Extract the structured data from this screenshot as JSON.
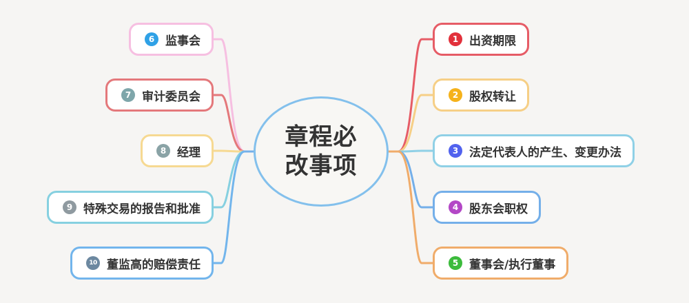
{
  "center": {
    "title": "章程必改事项"
  },
  "branches": [
    {
      "id": "n1",
      "number": "1",
      "label": "出资期限",
      "border": "#e65c66",
      "badge": "#e2303b"
    },
    {
      "id": "n2",
      "number": "2",
      "label": "股权转让",
      "border": "#f6cf86",
      "badge": "#f5b21b"
    },
    {
      "id": "n3",
      "number": "3",
      "label": "法定代表人的产生、变更办法",
      "border": "#8fd0e6",
      "badge": "#5162ee"
    },
    {
      "id": "n4",
      "number": "4",
      "label": "股东会职权",
      "border": "#74afe9",
      "badge": "#b347c6"
    },
    {
      "id": "n5",
      "number": "5",
      "label": "董事会/执行董事",
      "border": "#f0ac6a",
      "badge": "#3cbb3c"
    },
    {
      "id": "n6",
      "number": "6",
      "label": "监事会",
      "border": "#f6bfe1",
      "badge": "#2fa1e6"
    },
    {
      "id": "n7",
      "number": "7",
      "label": "审计委员会",
      "border": "#e4787b",
      "badge": "#7ea6aa"
    },
    {
      "id": "n8",
      "number": "8",
      "label": "经理",
      "border": "#f6d992",
      "badge": "#8aa3a6"
    },
    {
      "id": "n9",
      "number": "9",
      "label": "特殊交易的报告和批准",
      "border": "#86d0e0",
      "badge": "#8f9aa0"
    },
    {
      "id": "n10",
      "number": "10",
      "label": "董监高的赔偿责任",
      "border": "#72b5ec",
      "badge": "#6c88a0"
    }
  ]
}
